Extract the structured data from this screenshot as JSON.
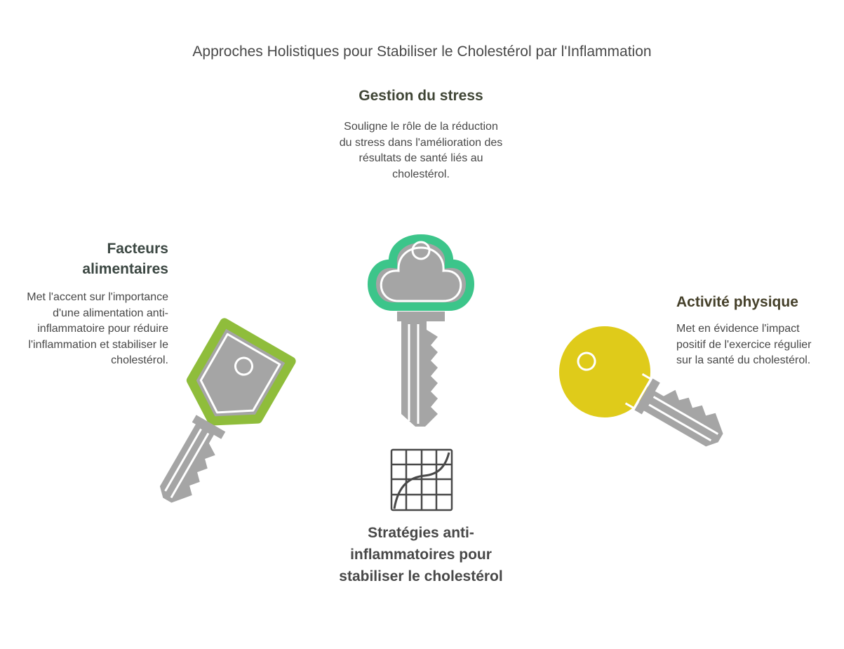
{
  "title": "Approches Holistiques pour Stabiliser le Cholestérol par l'Inflammation",
  "center": {
    "label": "Stratégies anti-inflammatoires pour stabiliser le cholestérol",
    "icon": "chart-grid-icon"
  },
  "keys": [
    {
      "id": "stress",
      "title": "Gestion du stress",
      "description": "Souligne le rôle de la réduction du stress dans l'amélioration des résultats de santé liés au cholestérol.",
      "color": "#3cc58a",
      "icon": "key-icon"
    },
    {
      "id": "food",
      "title": "Facteurs alimentaires",
      "description": "Met l'accent sur l'importance d'une alimentation anti-inflammatoire pour réduire l'inflammation et stabiliser le cholestérol.",
      "color": "#8fbd3b",
      "icon": "key-icon"
    },
    {
      "id": "physical",
      "title": "Activité physique",
      "description": "Met en évidence l'impact positif de l'exercice régulier sur la santé du cholestérol.",
      "color": "#dfcb1a",
      "icon": "key-icon"
    }
  ],
  "colors": {
    "key_metal": "#a5a5a5",
    "icon_stroke": "#484848",
    "text": "#484848"
  }
}
